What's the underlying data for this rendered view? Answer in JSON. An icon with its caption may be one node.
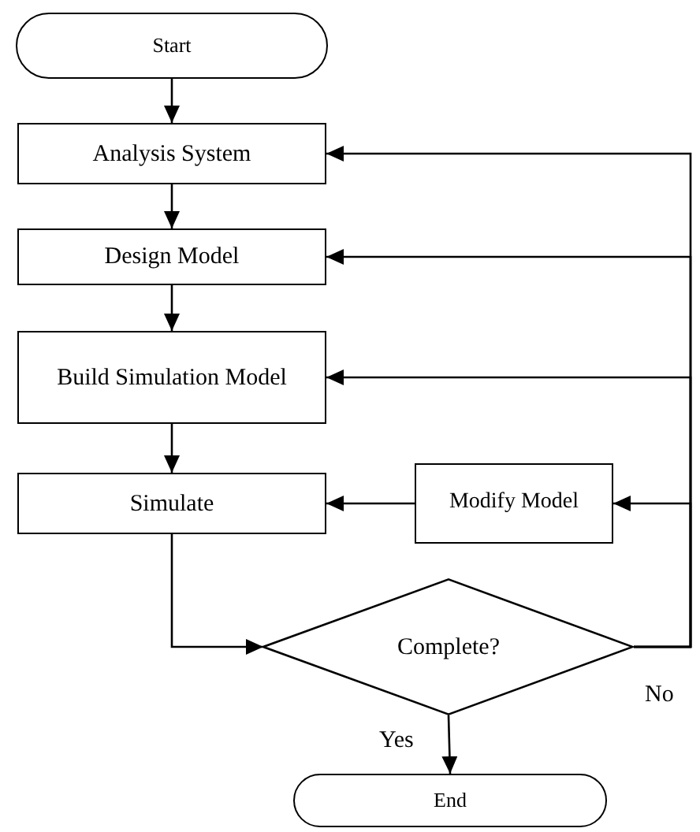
{
  "diagram": {
    "nodes": [
      {
        "text": [
          "Start"
        ]
      },
      {
        "text": [
          "Analysis System"
        ]
      },
      {
        "text": [
          "Design Model"
        ]
      },
      {
        "text": [
          "Build Simulation Model"
        ]
      },
      {
        "text": [
          "Simulate"
        ]
      },
      {
        "text": [
          "Modify Model"
        ]
      },
      {
        "text": [
          "Complete?"
        ]
      },
      {
        "text": [
          "End"
        ]
      }
    ],
    "edges": [
      {
        "from": 0,
        "to": 1,
        "arrow": "to"
      },
      {
        "from": 1,
        "to": 2,
        "arrow": "to"
      },
      {
        "from": 2,
        "to": 3,
        "arrow": "to"
      },
      {
        "from": 3,
        "to": 4,
        "arrow": "to"
      },
      {
        "from": 5,
        "to": 4,
        "arrow": "to"
      },
      {
        "from": 4,
        "to": 6,
        "arrow": "to"
      },
      {
        "from": 6,
        "to": 7,
        "arrow": "to",
        "label": "Yes"
      },
      {
        "from": 6,
        "to": 1,
        "arrow": "to"
      },
      {
        "from": 6,
        "to": 2,
        "arrow": "to"
      },
      {
        "from": 6,
        "to": 3,
        "arrow": "to"
      },
      {
        "from": 6,
        "to": 5,
        "arrow": "to"
      }
    ],
    "labels": [
      "No"
    ]
  }
}
